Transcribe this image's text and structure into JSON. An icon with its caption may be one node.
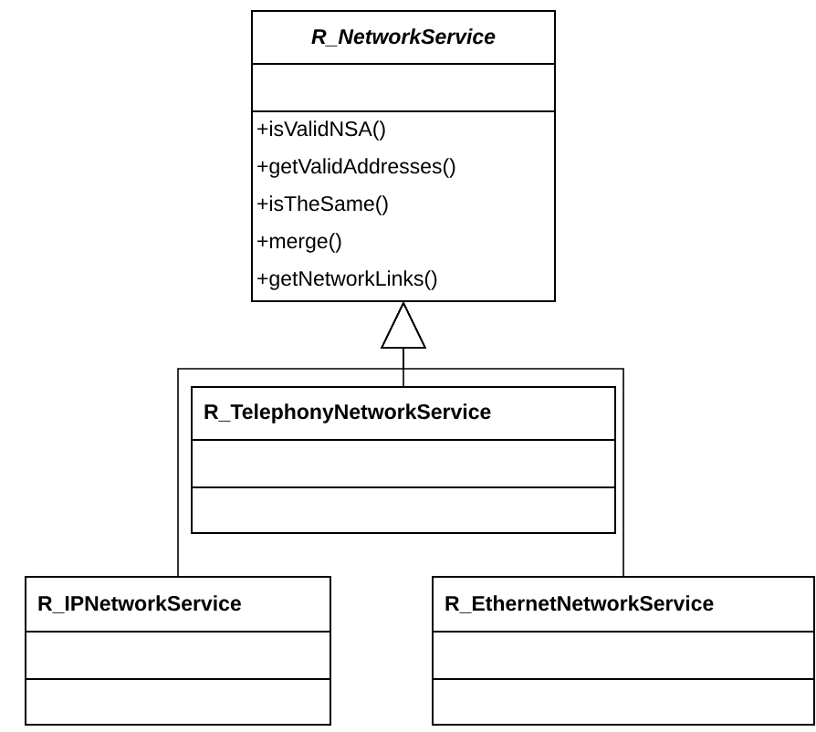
{
  "diagram": {
    "nodes": [
      {
        "text": [
          "R_NetworkService",
          "+isValidNSA()",
          "+getValidAddresses()",
          "+isTheSame()",
          "+merge()",
          "+getNetworkLinks()"
        ]
      },
      {
        "text": [
          "R_TelephonyNetworkService"
        ]
      },
      {
        "text": [
          "R_IPNetworkService"
        ]
      },
      {
        "text": [
          "R_EthernetNetworkService"
        ]
      }
    ],
    "edges": [
      {
        "from": 1,
        "to": 0,
        "arrow": "to"
      },
      {
        "from": 2,
        "to": 0,
        "arrow": "to"
      },
      {
        "from": 3,
        "to": 0,
        "arrow": "to"
      }
    ]
  }
}
